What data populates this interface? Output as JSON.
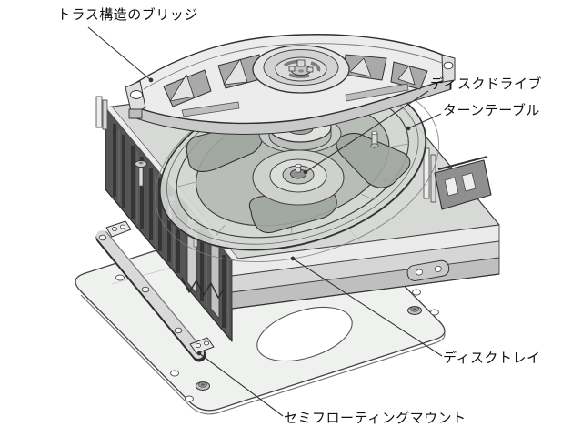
{
  "figure": {
    "type": "exploded-technical-illustration",
    "background_color": "#ffffff",
    "ink_color": "#333333",
    "labels": [
      {
        "id": "truss-bridge",
        "text": "トラス構造のブリッジ"
      },
      {
        "id": "disc-drive",
        "text": "ディスクドライブ"
      },
      {
        "id": "turntable",
        "text": "ターンテーブル"
      },
      {
        "id": "disc-tray",
        "text": "ディスクトレイ"
      },
      {
        "id": "semi-floating-mount",
        "text": "セミフローティングマウント"
      }
    ]
  }
}
